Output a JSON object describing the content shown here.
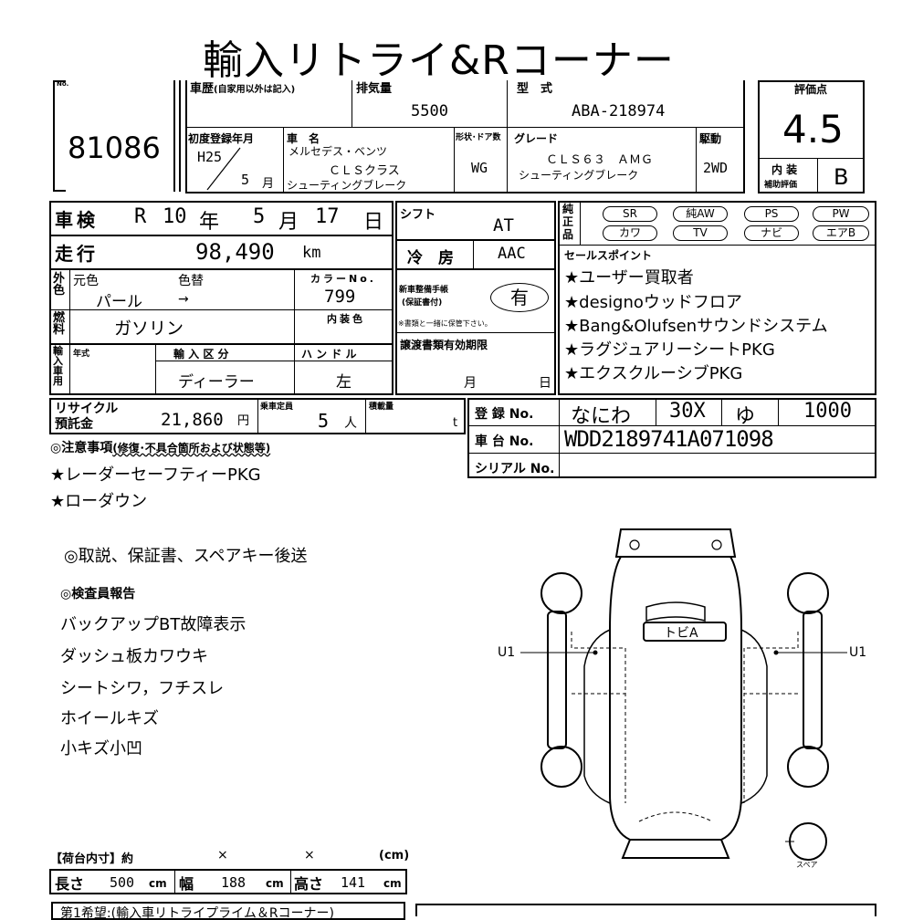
{
  "header": {
    "title": "輸入リトライ&Rコーナー"
  },
  "lot": {
    "label": "No.",
    "number": "81086"
  },
  "history": {
    "label": "車歴",
    "note": "(自家用以外は記入)"
  },
  "displacement": {
    "label": "排気量",
    "value": "5500"
  },
  "model": {
    "label": "型　式",
    "value": "ABA-218974"
  },
  "score": {
    "label": "評価点",
    "value": "4.5",
    "interior_label": "内 装",
    "interior_sub": "補助評価",
    "interior_value": "B"
  },
  "first_reg": {
    "label": "初度登録年月",
    "era": "H25",
    "month": "5",
    "month_unit": "月"
  },
  "car_name": {
    "label": "車　名",
    "maker": "メルセデス・ベンツ",
    "name": "ＣＬＳクラス",
    "sub": "シューティングブレーク"
  },
  "body": {
    "label": "形状･ドア数",
    "value": "WG"
  },
  "grade": {
    "label": "グレード",
    "line1": "ＣＬＳ６３　ＡＭＧ",
    "line2": "シューティングブレーク"
  },
  "drive": {
    "label": "駆動",
    "value": "2WD"
  },
  "inspection": {
    "label": "車検",
    "era": "R",
    "year": "10",
    "year_unit": "年",
    "month": "5",
    "month_unit": "月",
    "day": "17",
    "day_unit": "日"
  },
  "mileage": {
    "label": "走行",
    "value": "98,490",
    "unit": "km"
  },
  "shift": {
    "label": "シフト",
    "value": "AT"
  },
  "ac": {
    "label": "冷　房",
    "value": "AAC"
  },
  "equipment": {
    "label": "純正品",
    "items": [
      "SR",
      "純AW",
      "PS",
      "PW",
      "カワ",
      "TV",
      "ナビ",
      "エアB"
    ]
  },
  "color": {
    "label": "外色",
    "orig_label": "元色",
    "change_label": "色替",
    "orig_value": "パール",
    "arrow": "→",
    "code_label": "カラーNo.",
    "code_value": "799",
    "interior_label": "内装色"
  },
  "maintenance": {
    "label1": "新車整備手帳",
    "label2": "(保証書付)",
    "value": "有",
    "note": "※書類と一緒に保管下さい。"
  },
  "fuel": {
    "label": "燃料",
    "value": "ガソリン"
  },
  "sales_points": {
    "label": "セールスポイント",
    "items": [
      "★ユーザー買取者",
      "★designoウッドフロア",
      "★Bang&Olufsenサウンドシステム",
      "★ラグジュアリーシートPKG",
      "★エクスクルーシブPKG"
    ]
  },
  "import": {
    "label": "輸入車用",
    "year_label": "年式",
    "type_label": "輸 入 区 分",
    "type_value": "ディーラー",
    "handle_label": "ハ ン ド ル",
    "handle_value": "左"
  },
  "transfer": {
    "label": "譲渡書類有効期限",
    "month_unit": "月",
    "day_unit": "日"
  },
  "recycle": {
    "label1": "リサイクル",
    "label2": "預託金",
    "value": "21,860",
    "unit": "円"
  },
  "capacity": {
    "label": "乗車定員",
    "value": "5",
    "unit": "人"
  },
  "load": {
    "label": "積載量",
    "unit": "t"
  },
  "registration": {
    "label": "登 録 No.",
    "area": "なにわ",
    "class": "30X",
    "kana": "ゆ",
    "number": "1000"
  },
  "chassis": {
    "label": "車 台 No.",
    "value": "WDD2189741A071098"
  },
  "serial": {
    "label": "シリアル No."
  },
  "notes": {
    "heading": "◎注意事項",
    "heading_sub": "(修復･不具合箇所および状態等)",
    "items": [
      "★レーダーセーフティーPKG",
      "★ローダウン"
    ],
    "extra": "◎取説、保証書、スペアキー後送"
  },
  "inspector": {
    "heading": "◎検査員報告",
    "items": [
      "バックアップBT故障表示",
      "ダッシュ板カワウキ",
      "シートシワ，フチスレ",
      "ホイールキズ",
      "小キズ小凹"
    ]
  },
  "diagram": {
    "roof_label": "トビA",
    "left_label": "U1",
    "right_label": "U1",
    "spare_label": "スペア"
  },
  "cargo": {
    "label": "【荷台内寸】約",
    "x1": "×",
    "x2": "×",
    "unit": "(cm)",
    "length_label": "長さ",
    "length": "500",
    "width_label": "幅",
    "width": "188",
    "height_label": "高さ",
    "height": "141",
    "dim_unit": "cm"
  },
  "footer": {
    "hope_label": "第1希望",
    "hope_value": ":(輸入車リトライプライム＆Rコーナー)"
  }
}
